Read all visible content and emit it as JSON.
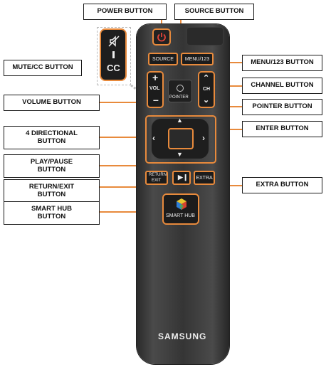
{
  "labels": {
    "power": "POWER BUTTON",
    "source": "SOURCE BUTTON",
    "mute_cc": "MUTE/CC BUTTON",
    "menu123": "MENU/123 BUTTON",
    "channel": "CHANNEL BUTTON",
    "volume": "VOLUME BUTTON",
    "pointer": "POINTER BUTTON",
    "directional_1": "4 DIRECTIONAL",
    "directional_2": "BUTTON",
    "enter": "ENTER BUTTON",
    "playpause_1": "PLAY/PAUSE",
    "playpause_2": "BUTTON",
    "return_1": "RETURN/EXIT",
    "return_2": "BUTTON",
    "extra": "EXTRA BUTTON",
    "smarthub_1": "SMART HUB",
    "smarthub_2": "BUTTON"
  },
  "remote": {
    "source": "SOURCE",
    "menu123": "MENU/123",
    "vol": "VOL",
    "ch": "CH",
    "pointer": "POINTER",
    "return_top": "RETURN",
    "return_bottom": "EXIT",
    "extra": "EXTRA",
    "smart_hub": "SMART HUB",
    "brand": "SAMSUNG",
    "cc": "CC"
  },
  "colors": {
    "callout": "#e88a3c",
    "power_icon": "#e0443a",
    "remote_body": "#353535"
  }
}
